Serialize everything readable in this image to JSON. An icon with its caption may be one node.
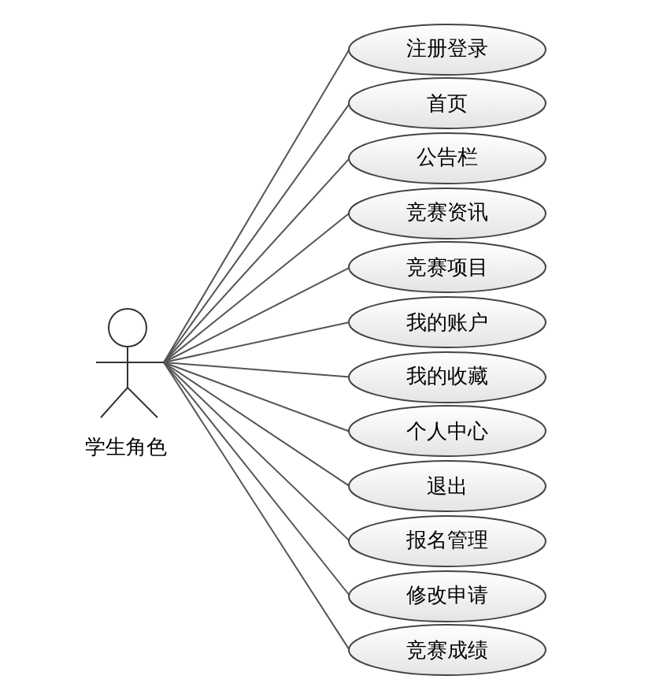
{
  "diagram": {
    "nodes": [
      {
        "text": [
          "学生角色"
        ]
      },
      {
        "text": [
          "注册登录"
        ]
      },
      {
        "text": [
          "首页"
        ]
      },
      {
        "text": [
          "公告栏"
        ]
      },
      {
        "text": [
          "竞赛资讯"
        ]
      },
      {
        "text": [
          "竞赛项目"
        ]
      },
      {
        "text": [
          "我的账户"
        ]
      },
      {
        "text": [
          "我的收藏"
        ]
      },
      {
        "text": [
          "个人中心"
        ]
      },
      {
        "text": [
          "退出"
        ]
      },
      {
        "text": [
          "报名管理"
        ]
      },
      {
        "text": [
          "修改申请"
        ]
      },
      {
        "text": [
          "竞赛成绩"
        ]
      }
    ],
    "edges": [
      {
        "from": 0,
        "to": 1,
        "arrow": "none"
      },
      {
        "from": 0,
        "to": 2,
        "arrow": "none"
      },
      {
        "from": 0,
        "to": 3,
        "arrow": "none"
      },
      {
        "from": 0,
        "to": 4,
        "arrow": "none"
      },
      {
        "from": 0,
        "to": 5,
        "arrow": "none"
      },
      {
        "from": 0,
        "to": 6,
        "arrow": "none"
      },
      {
        "from": 0,
        "to": 7,
        "arrow": "none"
      },
      {
        "from": 0,
        "to": 8,
        "arrow": "none"
      },
      {
        "from": 0,
        "to": 9,
        "arrow": "none"
      },
      {
        "from": 0,
        "to": 10,
        "arrow": "none"
      },
      {
        "from": 0,
        "to": 11,
        "arrow": "none"
      },
      {
        "from": 0,
        "to": 12,
        "arrow": "none"
      }
    ]
  }
}
